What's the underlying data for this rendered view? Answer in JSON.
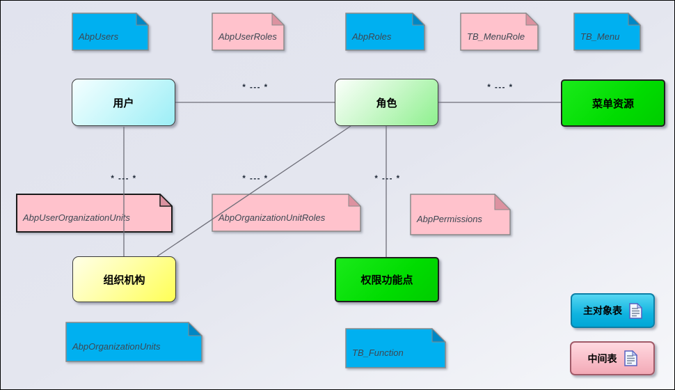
{
  "colors": {
    "background_top": "#e1e3ee",
    "background_bottom": "#f6f7fa",
    "note_cyan": "#00b0f0",
    "note_cyan_fold": "#0087c4",
    "note_pink": "#ffc2cc",
    "note_pink_fold": "#dc92a0",
    "note_border": "#8a8a8a",
    "note_border_selected": "#1a1a1a",
    "note_text": "#3d4752",
    "entity_user_fill": "#9ceef6",
    "entity_role_fill": "#8ef08e",
    "entity_org_fill": "#ffff55",
    "entity_green_fill": "#00dc00",
    "connector": "#6e6e78",
    "legend_cyan": "#10b4e0",
    "legend_pink": "#f8bcc7"
  },
  "entities": [
    {
      "label": "用户"
    },
    {
      "label": "角色"
    },
    {
      "label": "菜单资源"
    },
    {
      "label": "组织机构"
    },
    {
      "label": "权限功能点"
    }
  ],
  "notes": [
    {
      "label": "AbpUsers"
    },
    {
      "label": "AbpUserRoles"
    },
    {
      "label": "AbpRoles"
    },
    {
      "label": "TB_MenuRole"
    },
    {
      "label": "TB_Menu"
    },
    {
      "label": "AbpUserOrganizationUnits"
    },
    {
      "label": "AbpOrganizationUnitRoles"
    },
    {
      "label": "AbpPermissions"
    },
    {
      "label": "AbpOrganizationUnits"
    },
    {
      "label": "TB_Function"
    }
  ],
  "relationships": [
    {
      "label": "* --- *"
    },
    {
      "label": "* --- *"
    },
    {
      "label": "* --- *"
    },
    {
      "label": "* --- *"
    },
    {
      "label": "* --- *"
    }
  ],
  "legend": [
    {
      "label": "主对象表"
    },
    {
      "label": "中间表"
    }
  ]
}
